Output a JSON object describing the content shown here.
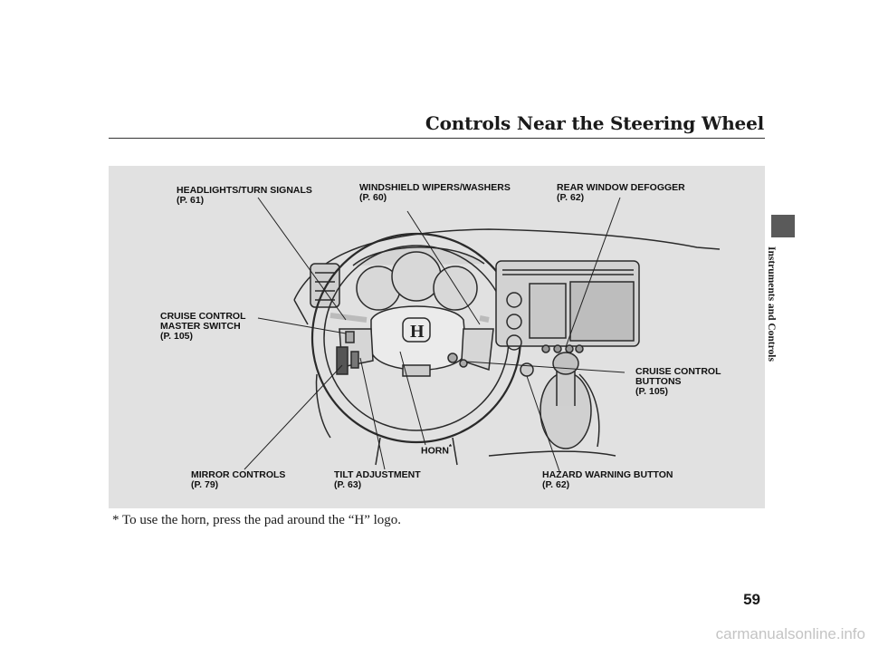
{
  "header": {
    "title": "Controls Near the Steering Wheel"
  },
  "callouts": {
    "headlights": {
      "name": "HEADLIGHTS/TURN SIGNALS",
      "page": "(P. 61)"
    },
    "wipers": {
      "name": "WINDSHIELD WIPERS/WASHERS",
      "page": "(P. 60)"
    },
    "defogger": {
      "name": "REAR WINDOW DEFOGGER",
      "page": "(P. 62)"
    },
    "cruise_master": {
      "line1": "CRUISE CONTROL",
      "line2": "MASTER SWITCH",
      "page": "(P. 105)"
    },
    "cruise_buttons": {
      "line1": "CRUISE CONTROL",
      "line2": "BUTTONS",
      "page": "(P. 105)"
    },
    "horn": {
      "name": "HORN",
      "mark": "*"
    },
    "mirror": {
      "name": "MIRROR CONTROLS",
      "page": "(P. 79)"
    },
    "tilt": {
      "name": "TILT ADJUSTMENT",
      "page": "(P. 63)"
    },
    "hazard": {
      "name": "HAZARD WARNING BUTTON",
      "page": "(P. 62)"
    }
  },
  "footnote": {
    "mark": "*",
    "text": "To use the horn, press the pad around the “H” logo."
  },
  "sidebar": {
    "section": "Instruments and Controls"
  },
  "page_number": "59",
  "watermark": "carmanualsonline.info",
  "colors": {
    "figure_bg": "#e1e1e1",
    "tab": "#5a5a5a",
    "line": "#222222"
  }
}
